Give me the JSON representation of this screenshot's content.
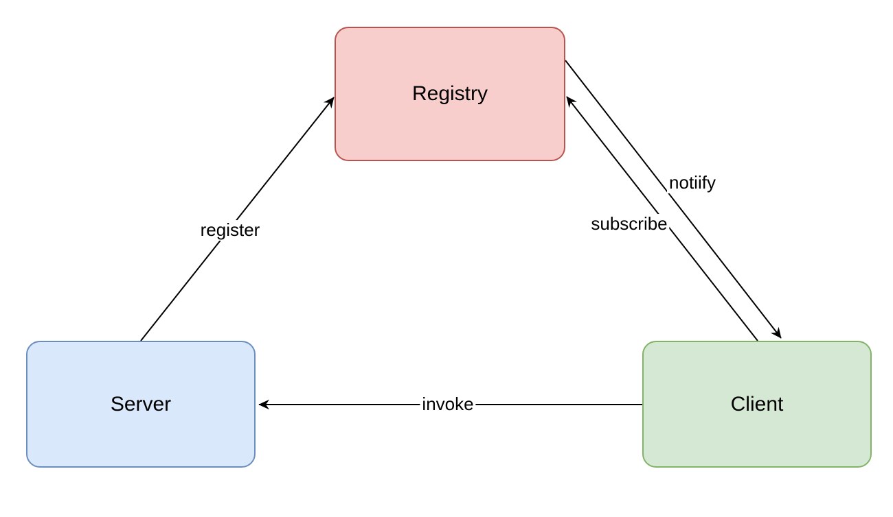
{
  "diagram": {
    "type": "node-edge-diagram",
    "background": "#ffffff"
  },
  "nodes": {
    "registry": {
      "label": "Registry",
      "fill": "#f8cecc",
      "border": "#b85450"
    },
    "server": {
      "label": "Server",
      "fill": "#dae8fc",
      "border": "#6c8ebf"
    },
    "client": {
      "label": "Client",
      "fill": "#d5e8d4",
      "border": "#82b366"
    }
  },
  "edges": {
    "register": {
      "label": "register",
      "from": "Server",
      "to": "Registry"
    },
    "subscribe": {
      "label": "subscribe",
      "from": "Client",
      "to": "Registry"
    },
    "notify": {
      "label": "notiify",
      "from": "Registry",
      "to": "Client"
    },
    "invoke": {
      "label": "invoke",
      "from": "Client",
      "to": "Server"
    }
  },
  "colors": {
    "line": "#000000",
    "text": "#000000",
    "background": "#ffffff"
  }
}
